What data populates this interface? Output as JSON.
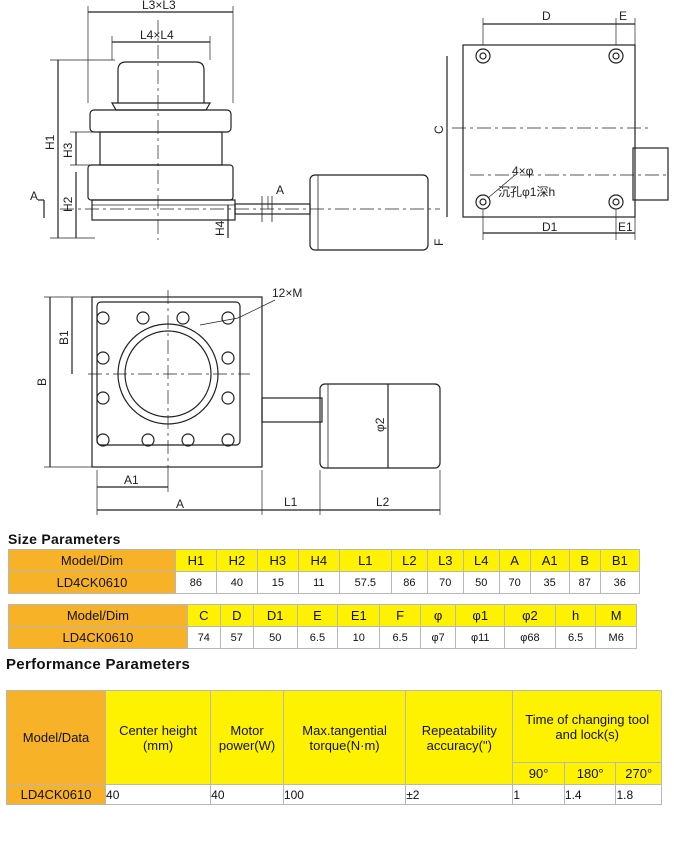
{
  "drawing": {
    "labels": {
      "l3_l3": "L3×L3",
      "l4_l4": "L4×L4",
      "h1": "H1",
      "h3": "H3",
      "h2": "H2",
      "h4": "H4",
      "a_arrow": "A",
      "a_small": "A",
      "d": "D",
      "e": "E",
      "c": "C",
      "f": "F",
      "d1": "D1",
      "e1": "E1",
      "hole_count": "4×φ",
      "counterbore": "沉孔φ1深h",
      "m12": "12×M",
      "b1": "B1",
      "b": "B",
      "phi2": "φ2",
      "a1": "A1",
      "a_bottom": "A",
      "l1": "L1",
      "l2": "L2"
    }
  },
  "size_section": {
    "title": "Size Parameters"
  },
  "size_table_1": {
    "headers": [
      "Model/Dim",
      "H1",
      "H2",
      "H3",
      "H4",
      "L1",
      "L2",
      "L3",
      "L4",
      "A",
      "A1",
      "B",
      "B1"
    ],
    "row": [
      "LD4CK0610",
      "86",
      "40",
      "15",
      "11",
      "57.5",
      "86",
      "70",
      "50",
      "70",
      "35",
      "87",
      "36"
    ]
  },
  "size_table_2": {
    "headers": [
      "Model/Dim",
      "C",
      "D",
      "D1",
      "E",
      "E1",
      "F",
      "φ",
      "φ1",
      "φ2",
      "h",
      "M"
    ],
    "row": [
      "LD4CK0610",
      "74",
      "57",
      "50",
      "6.5",
      "10",
      "6.5",
      "φ7",
      "φ11",
      "φ68",
      "6.5",
      "M6"
    ]
  },
  "performance_section": {
    "title": "Performance Parameters"
  },
  "performance_table": {
    "h_model": "Model/Data",
    "h_center": "Center height (mm)",
    "h_motor": "Motor power(W)",
    "h_torque": "Max.tangential torque(N·m)",
    "h_repeat": "Repeatability accuracy(\")",
    "h_time": "Time of changing tool and lock(s)",
    "h_90": "90°",
    "h_180": "180°",
    "h_270": "270°",
    "model": "LD4CK0610",
    "center": "40",
    "motor": "40",
    "torque": "100",
    "repeat": "±2",
    "t90": "1",
    "t180": "1.4",
    "t270": "1.8"
  },
  "colors": {
    "header_yellow": "#fff200",
    "model_orange": "#f7b227"
  }
}
